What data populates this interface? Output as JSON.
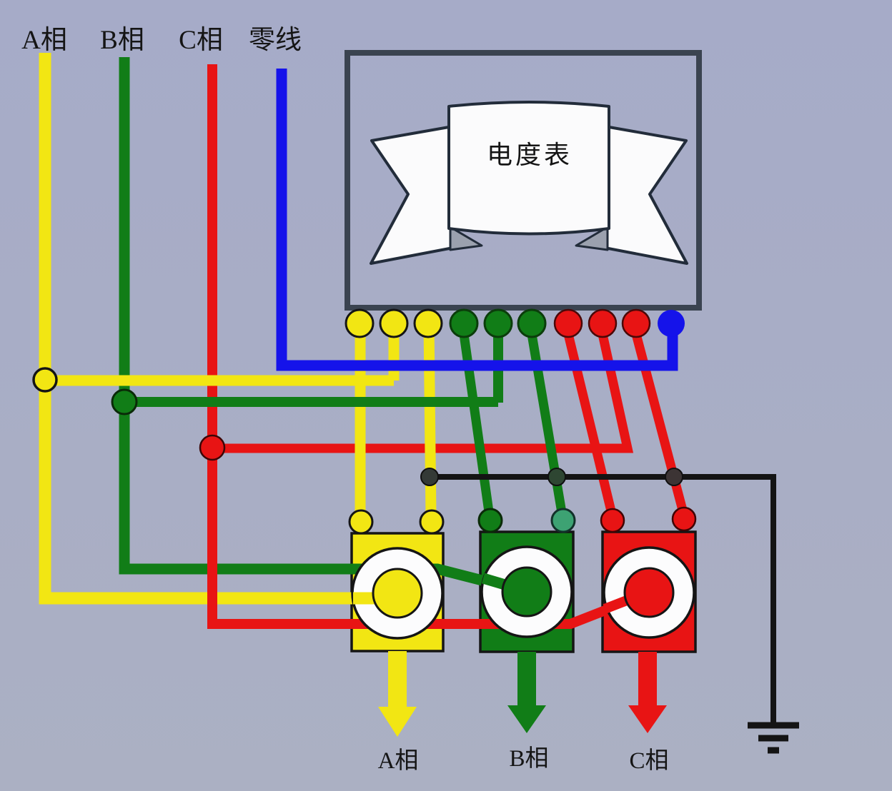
{
  "meter": {
    "label": "电度表"
  },
  "incoming_lines": [
    {
      "label": "A相",
      "color": "#f2e613"
    },
    {
      "label": "B相",
      "color": "#117d17"
    },
    {
      "label": "C相",
      "color": "#e81414"
    },
    {
      "label": "零线",
      "color": "#1513ea"
    }
  ],
  "transformers": [
    {
      "label": "A相",
      "color": "#f2e613"
    },
    {
      "label": "B相",
      "color": "#117d17"
    },
    {
      "label": "C相",
      "color": "#e81414"
    }
  ],
  "colors": {
    "phase_a": "#f2e613",
    "phase_b": "#117d17",
    "phase_c": "#e81414",
    "neutral": "#1513ea",
    "common": "#141414",
    "teal_terminal": "#3da273",
    "box_border": "#3a4350",
    "ribbon_fill": "#fbfbfc",
    "ribbon_shadow": "#9ba1ae",
    "background": "#a9aec6"
  },
  "meter_terminals": {
    "count": 10,
    "colors": [
      "yellow",
      "yellow",
      "yellow",
      "green",
      "green",
      "green",
      "red",
      "red",
      "red",
      "blue"
    ]
  },
  "ground": {
    "present": "true"
  }
}
